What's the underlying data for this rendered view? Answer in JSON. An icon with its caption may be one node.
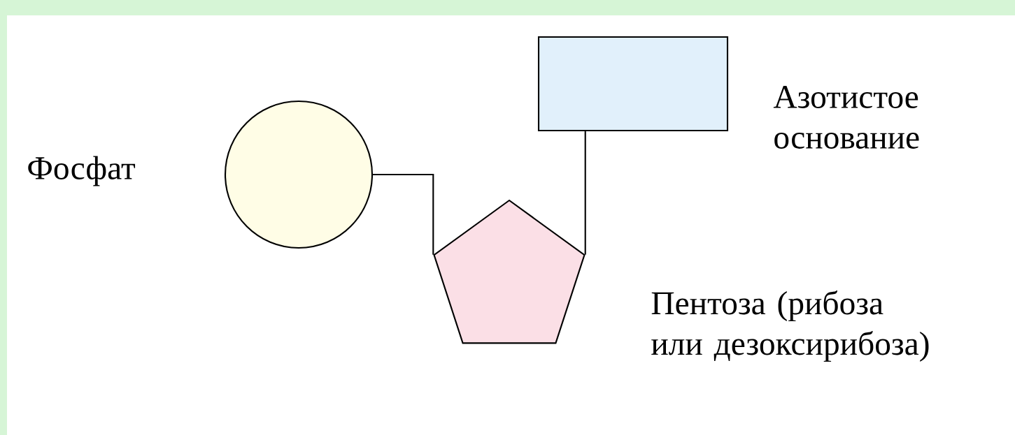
{
  "diagram": {
    "nodes": [
      {
        "text": [
          "Фосфат"
        ]
      },
      {
        "text": [
          "Пентоза (рибоза или дезоксирибоза)"
        ]
      },
      {
        "text": [
          "Азотистое основание"
        ]
      }
    ],
    "edges": [
      {
        "from": 0,
        "to": 1,
        "arrow": "none"
      },
      {
        "from": 1,
        "to": 2,
        "arrow": "none"
      }
    ]
  }
}
